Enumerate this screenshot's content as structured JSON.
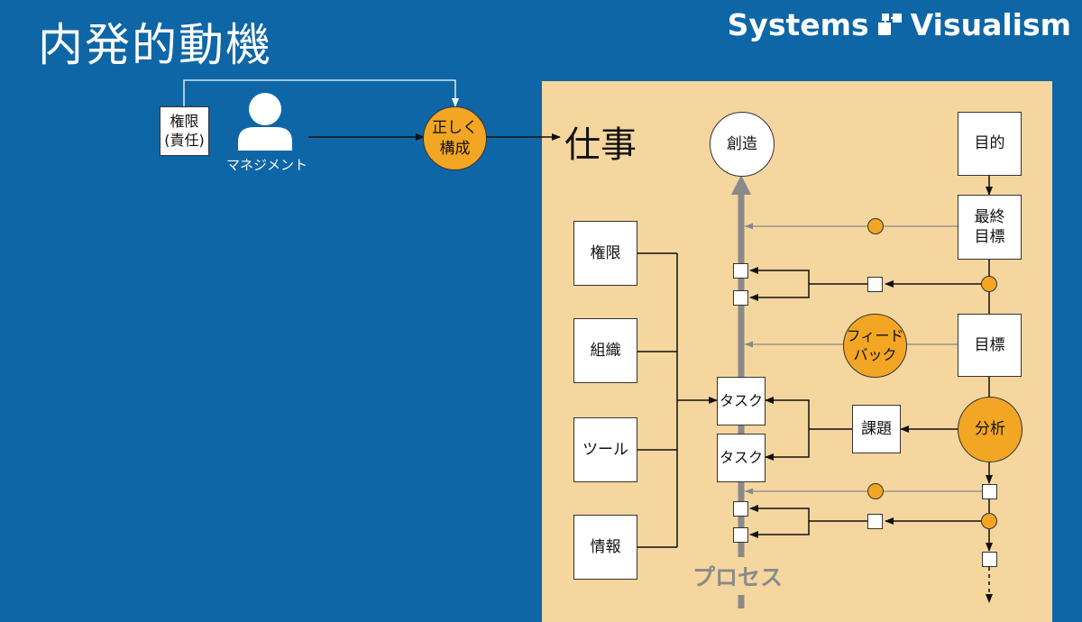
{
  "title": "内発的動機",
  "brand": {
    "left_text": "Systems",
    "right_text": "Visualism",
    "logo_icon": "connected-squares-icon"
  },
  "management": {
    "authority_box": "権限\n(責任)",
    "person_icon": "person-icon",
    "label": "マネジメント",
    "config_circle": "正しく\n構成",
    "work_label": "仕事"
  },
  "panel": {
    "creation": "創造",
    "purpose": "目的",
    "final_goal": "最終\n目標",
    "goal": "目標",
    "feedback": "フィード\nバック",
    "analysis": "分析",
    "issue": "課題",
    "task_1": "タスク",
    "task_2": "タスク",
    "process": "プロセス",
    "inputs": [
      "権限",
      "組織",
      "ツール",
      "情報"
    ]
  },
  "colors": {
    "background": "#0e66a6",
    "panel": "#f5d69f",
    "accent_orange": "#f2a623",
    "process_gray": "#8a8a8a"
  }
}
